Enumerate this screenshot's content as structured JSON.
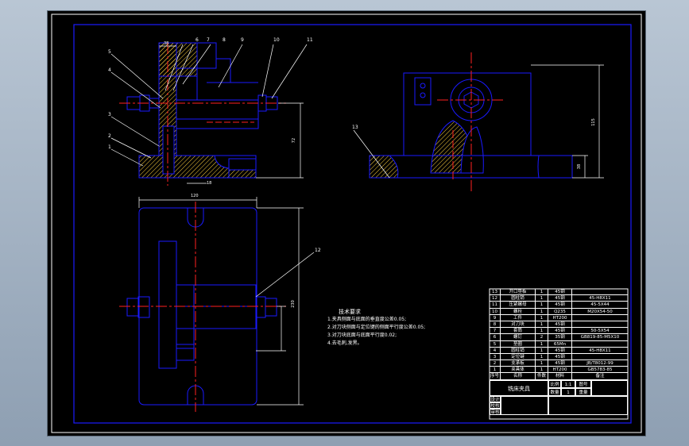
{
  "colors": {
    "background_outer": "#a9b7c6",
    "paper": "#000000",
    "outline": "#1a1aff",
    "center_line": "#ff2020",
    "dimension": "#ffffff",
    "hatch": "#ffd040",
    "text": "#ffffff"
  },
  "callouts": {
    "top": [
      "6",
      "7",
      "8",
      "9",
      "10",
      "11"
    ],
    "left": [
      "5",
      "4",
      "3",
      "2",
      "1"
    ],
    "side": "13",
    "plan": "12"
  },
  "dimensions": {
    "top_width": "38",
    "height_right": "72",
    "base_slot": "18",
    "plan_width": "120",
    "plan_height": "230",
    "side_height": "115",
    "side_base": "38"
  },
  "tech_requirements": {
    "title": "技术要求",
    "lines": [
      "1.夹具侧面与底面的垂直度公差0.05;",
      "2.对刀块侧面与定位键的侧面平行度公差0.05;",
      "3.对刀块底面与底面平行度0.02;",
      "4.去毛刺,发黑。"
    ]
  },
  "bom": {
    "rows": [
      {
        "no": "13",
        "name": "开口垫板",
        "qty": "1",
        "mat": "45钢",
        "std": ""
      },
      {
        "no": "12",
        "name": "圆柱销",
        "qty": "1",
        "mat": "45钢",
        "std": "45-H8X11"
      },
      {
        "no": "11",
        "name": "压紧螺母",
        "qty": "1",
        "mat": "45钢",
        "std": "45-5X44"
      },
      {
        "no": "10",
        "name": "螺栓",
        "qty": "1",
        "mat": "Q235",
        "std": "M20X54-50"
      },
      {
        "no": "9",
        "name": "工件",
        "qty": "1",
        "mat": "HT200",
        "std": ""
      },
      {
        "no": "8",
        "name": "对刀块",
        "qty": "1",
        "mat": "45钢",
        "std": ""
      },
      {
        "no": "7",
        "name": "套筒",
        "qty": "1",
        "mat": "45钢",
        "std": "50-5X54"
      },
      {
        "no": "6",
        "name": "螺钉",
        "qty": "2",
        "mat": "35钢",
        "std": "GB819-85-M5X10"
      },
      {
        "no": "5",
        "name": "垫圈",
        "qty": "1",
        "mat": "65Mn",
        "std": ""
      },
      {
        "no": "4",
        "name": "圆柱销",
        "qty": "1",
        "mat": "45钢",
        "std": "45-H8X11"
      },
      {
        "no": "3",
        "name": "定位键",
        "qty": "1",
        "mat": "45钢",
        "std": ""
      },
      {
        "no": "2",
        "name": "支承板",
        "qty": "1",
        "mat": "45钢",
        "std": "JB/T8012-99"
      },
      {
        "no": "1",
        "name": "夹具体",
        "qty": "1",
        "mat": "HT200",
        "std": "GB5783-85"
      }
    ],
    "header": {
      "no": "序号",
      "name": "名称",
      "qty": "件数",
      "mat": "材料",
      "std": "备注"
    },
    "title_block": {
      "name": "铣床夹具",
      "scale_label": "比例",
      "scale": "1:1",
      "qty_label": "数量",
      "qty": "1",
      "sheet_label": "图号",
      "weight_label": "重量",
      "design": "设计",
      "check": "校核",
      "approve": "审核"
    }
  }
}
